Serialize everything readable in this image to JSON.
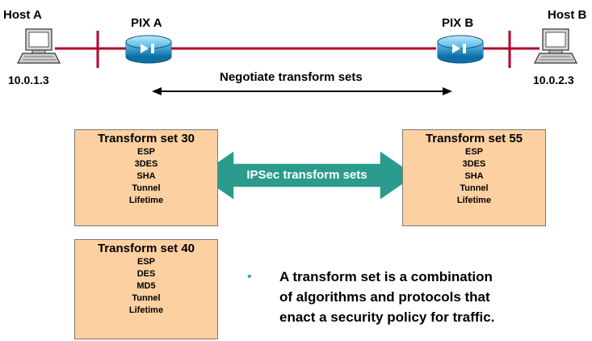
{
  "hosts": {
    "a": {
      "name": "Host A",
      "ip": "10.0.1.3"
    },
    "b": {
      "name": "Host B",
      "ip": "10.0.2.3"
    }
  },
  "pix": {
    "a": "PIX A",
    "b": "PIX B"
  },
  "negotiate_label": "Negotiate transform sets",
  "ipsec_label": "IPSec transform sets",
  "transform_sets": [
    {
      "title": "Transform set 30",
      "rows": [
        "ESP",
        "3DES",
        "SHA",
        "Tunnel",
        "Lifetime"
      ]
    },
    {
      "title": "Transform set 55",
      "rows": [
        "ESP",
        "3DES",
        "SHA",
        "Tunnel",
        "Lifetime"
      ]
    },
    {
      "title": "Transform set 40",
      "rows": [
        "ESP",
        "DES",
        "MD5",
        "Tunnel",
        "Lifetime"
      ]
    }
  ],
  "bullet": {
    "lines": [
      "A transform set is a combination",
      "of algorithms and protocols that",
      "enact a security policy for traffic."
    ]
  },
  "colors": {
    "link": "#b0002a",
    "box_fill": "#fcd0a1",
    "arrow_fill": "#2a9b8d",
    "pix_body": "#1f8fc6",
    "bullet": "#39a0c8"
  },
  "icons": {
    "host_a": "desktop-computer-icon",
    "host_b": "desktop-computer-icon",
    "pix_a": "pix-firewall-icon",
    "pix_b": "pix-firewall-icon"
  }
}
